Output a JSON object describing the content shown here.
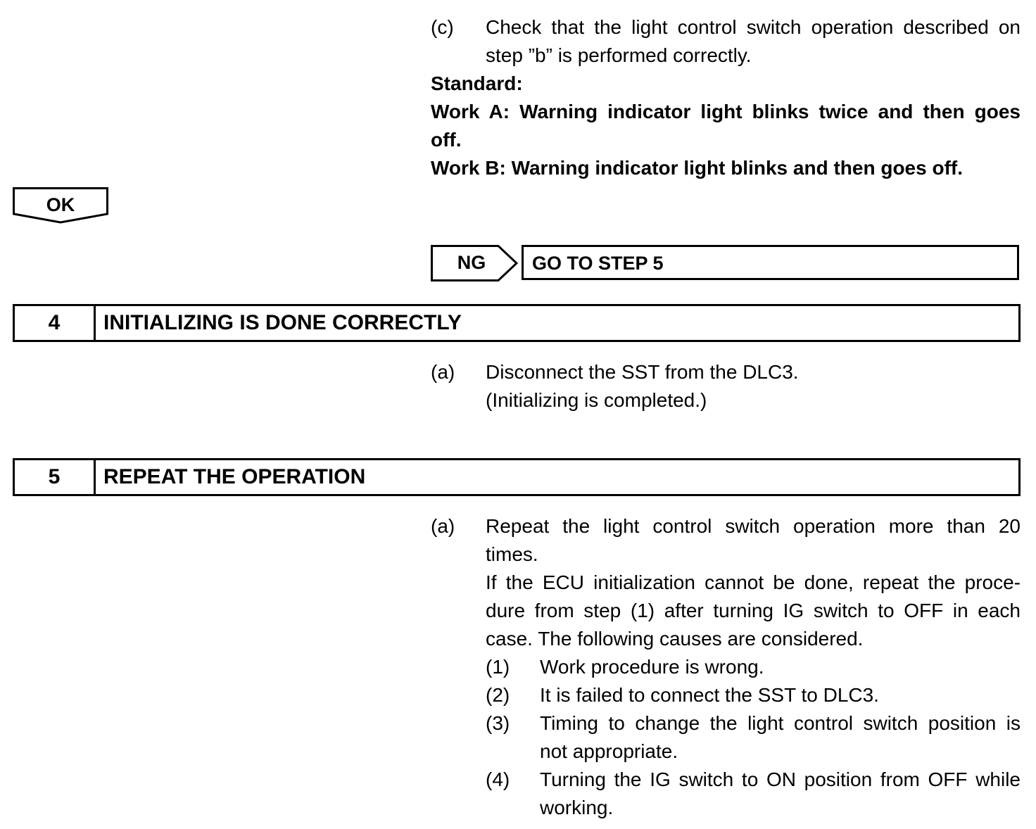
{
  "step_c": {
    "marker": "(c)",
    "line1": "Check that the light control switch operation described on",
    "line2": "step ”b” is performed correctly."
  },
  "standard": {
    "label": "Standard:",
    "work_a_line1": "Work A: Warning indicator light blinks twice and then goes",
    "work_a_line2": "off.",
    "work_b": "Work B: Warning indicator light blinks and then goes off."
  },
  "ok_label": "OK",
  "ng_label": "NG",
  "ng_goto": "GO TO STEP 5",
  "step4": {
    "number": "4",
    "title": "INITIALIZING IS DONE CORRECTLY",
    "a_marker": "(a)",
    "a_line1": "Disconnect the SST from the DLC3.",
    "a_line2": "(Initializing is completed.)"
  },
  "step5": {
    "number": "5",
    "title": "REPEAT THE OPERATION",
    "a_marker": "(a)",
    "a_line1": "Repeat the light control switch operation more than 20",
    "a_line2": "times.",
    "note_line1": "If the ECU initialization cannot be done, repeat the proce-",
    "note_line2": "dure from step (1) after turning IG switch to OFF in each",
    "note_line3": "case. The following causes are considered.",
    "causes": [
      {
        "marker": "(1)",
        "line1": "Work procedure is wrong.",
        "line2": ""
      },
      {
        "marker": "(2)",
        "line1": "It is failed to connect the SST to DLC3.",
        "line2": ""
      },
      {
        "marker": "(3)",
        "line1": "Timing to change the light control switch position is",
        "line2": "not appropriate."
      },
      {
        "marker": "(4)",
        "line1": "Turning the IG switch to ON position from OFF while",
        "line2": "working."
      }
    ]
  }
}
